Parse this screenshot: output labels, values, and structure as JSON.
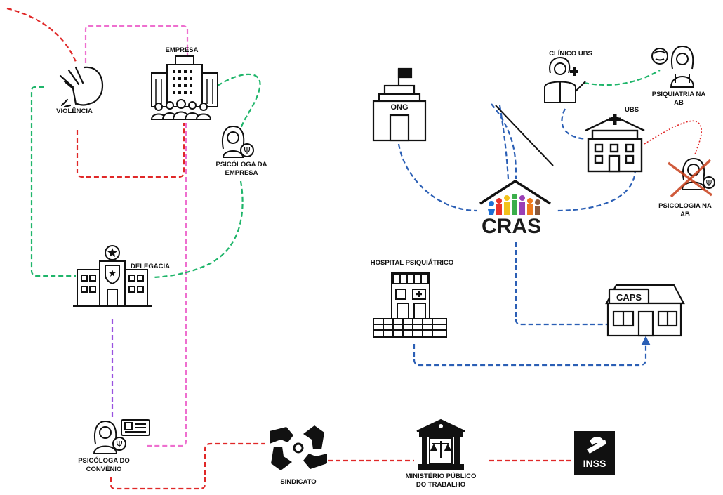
{
  "diagram": {
    "left_cluster": {
      "violence": {
        "label": "VIOLÊNCIA"
      },
      "company": {
        "label": "EMPRESA"
      },
      "company_psychologist": {
        "line1": "PSICÓLOGA DA",
        "line2": "EMPRESA"
      },
      "police_station": {
        "label": "DELEGACIA"
      },
      "insurance_psychologist": {
        "line1": "PSICÓLOGA DO",
        "line2": "CONVÊNIO"
      }
    },
    "right_cluster": {
      "ngo": {
        "label": "ONG",
        "sign": "ONG"
      },
      "cras": {
        "label": "CRAS"
      },
      "ubs_clinician": {
        "label": "CLÍNICO UBS"
      },
      "psychiatry_ab": {
        "line1": "PSIQUIATRIA NA",
        "line2": "AB"
      },
      "ubs": {
        "label": "UBS"
      },
      "psychology_ab": {
        "line1": "PSICOLOGIA NA",
        "line2": "AB"
      },
      "psychiatric_hospital": {
        "label": "HOSPITAL PSIQUIÁTRICO"
      },
      "caps": {
        "label": "CAPS",
        "sign": "CAPS"
      }
    },
    "bottom_chain": {
      "union": {
        "label": "SINDICATO"
      },
      "labor_prosecutor": {
        "line1": "MINISTÉRIO PÚBLICO",
        "line2": "DO TRABALHO"
      },
      "inss": {
        "label": "INSS",
        "sign": "INSS"
      }
    },
    "edge_colors": {
      "red": "#e02828",
      "pink": "#ee6fcf",
      "green": "#1fb56a",
      "purple": "#9a52e0",
      "blue": "#2b5fb5"
    }
  }
}
